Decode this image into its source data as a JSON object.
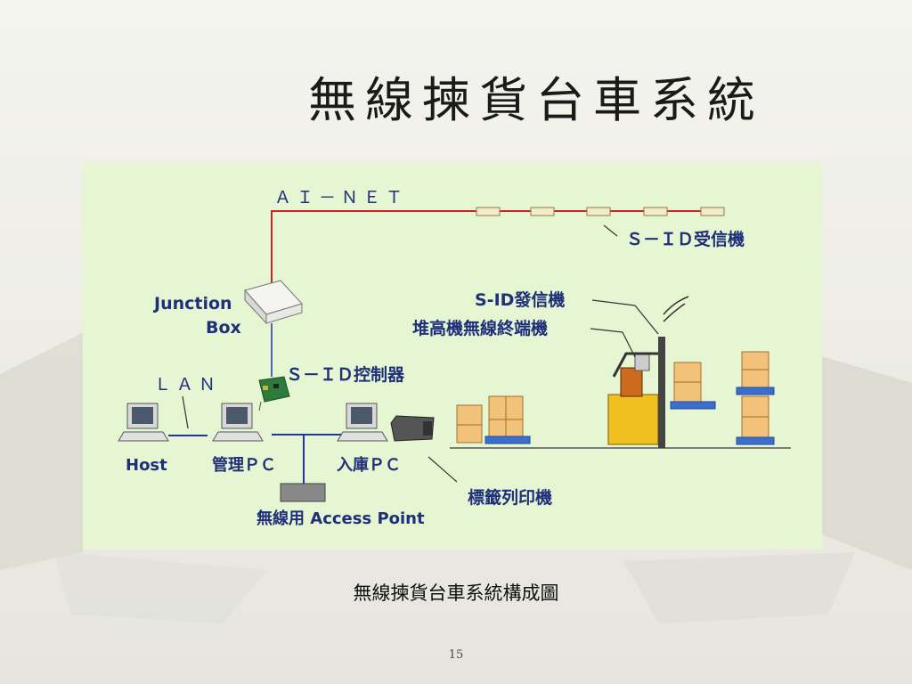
{
  "slide": {
    "title": "無線揀貨台車系統",
    "caption": "無線揀貨台車系統構成圖",
    "page_number": "15"
  },
  "diagram": {
    "background_color": "#e6f6d2",
    "net_line_color": "#cc2222",
    "lan_line_color": "#2233aa",
    "labels": {
      "ai_net": "ＡＩ－ＮＥＴ",
      "sid_receiver": "Ｓ－ＩＤ受信機",
      "junction_box_line1": "Junction",
      "junction_box_line2": "Box",
      "sid_controller": "Ｓ－ＩＤ控制器",
      "lan": "ＬＡＮ",
      "host": "Host",
      "management_pc": "管理ＰＣ",
      "warehousing_pc": "入庫ＰＣ",
      "access_point": "無線用 Access Point",
      "label_printer": "標籤列印機",
      "sid_transmitter": "S-ID發信機",
      "forklift_terminal": "堆高機無線終端機"
    }
  }
}
